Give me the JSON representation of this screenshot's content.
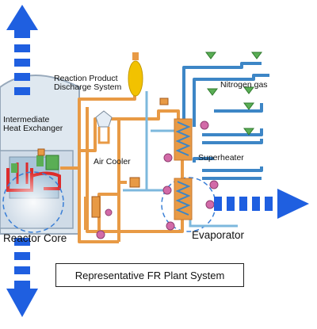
{
  "labels": {
    "reaction_product_discharge": [
      "Reaction Product",
      "Discharge System"
    ],
    "intermediate_heat_exchanger": [
      "Intermediate",
      "Heat Exchanger"
    ],
    "air_cooler": "Air Cooler",
    "nitrogen_gas": "Nitrogen gas",
    "superheater": "Superheater",
    "reactor_core": "Reactor Core",
    "evaporator": "Evaporator",
    "caption": "Representative FR Plant System"
  },
  "colors": {
    "arrow_blue": "#1f5fe0",
    "orange_pipe": "#e89a45",
    "blue_pipe": "#3d86c6",
    "water_pipe": "#7db8dd",
    "reactor_red": "#dd2b2b",
    "vessel_gray": "#c9d6e3",
    "tank_yellow": "#f2c200",
    "valve_pink": "#d26aa8",
    "green_component": "#5aae55"
  }
}
